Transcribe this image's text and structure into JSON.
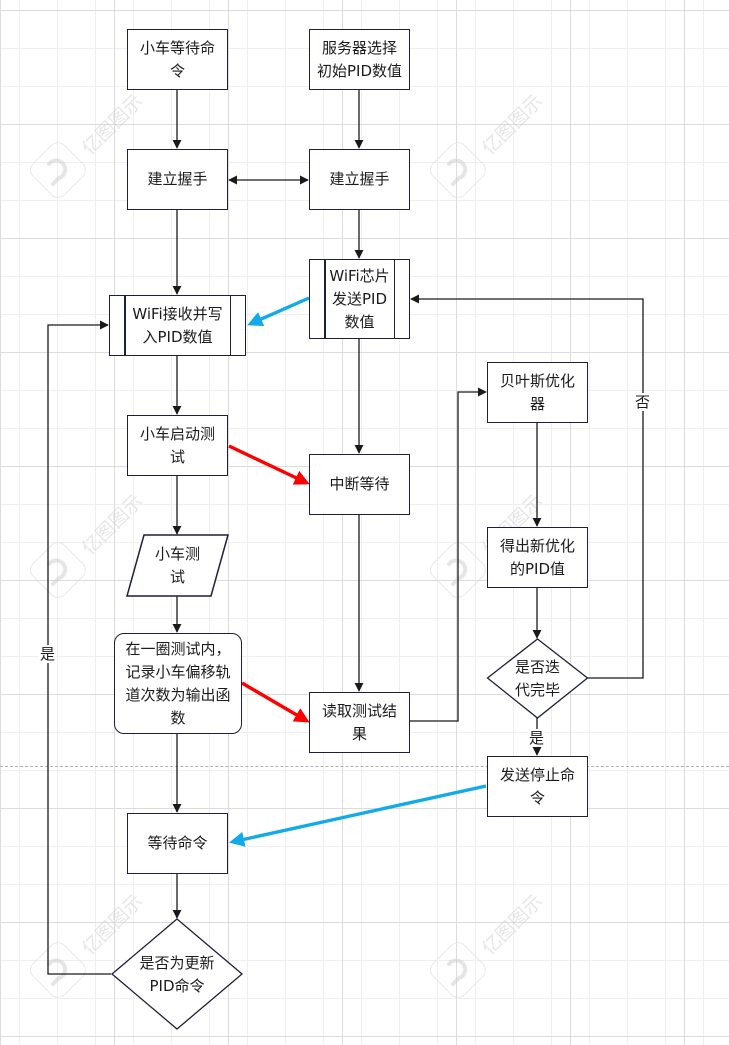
{
  "diagram": {
    "type": "flowchart",
    "watermark_text": "亿图图示",
    "colors": {
      "node_border": "#1d1f3d",
      "connector": "#1a1a1a",
      "wireless_arrow": "#12aae8",
      "signal_arrow": "#ff0000",
      "divider": "#b0b0b0"
    },
    "nodes": {
      "car_wait_command": "小车等待命令",
      "server_select_pid": "服务器选择初始PID数值",
      "car_handshake": "建立握手",
      "server_handshake": "建立握手",
      "wifi_receive_write": "WiFi接收并写入PID数值",
      "wifi_chip_send": "WiFi芯片发送PID数值",
      "car_start_test": "小车启动测试",
      "interrupt_wait": "中断等待",
      "car_test": "小车测试",
      "record_offset": "在一圈测试内，记录小车偏移轨道次数为输出函数",
      "read_results": "读取测试结果",
      "bayes_optimizer": "贝叶斯优化器",
      "new_pid": "得出新优化的PID值",
      "iteration_done": "是否迭代完毕",
      "send_stop": "发送停止命令",
      "wait_command": "等待命令",
      "update_pid_command": "是否为更新PID命令"
    },
    "edge_labels": {
      "iteration_no": "否",
      "iteration_yes": "是",
      "update_yes": "是"
    }
  }
}
